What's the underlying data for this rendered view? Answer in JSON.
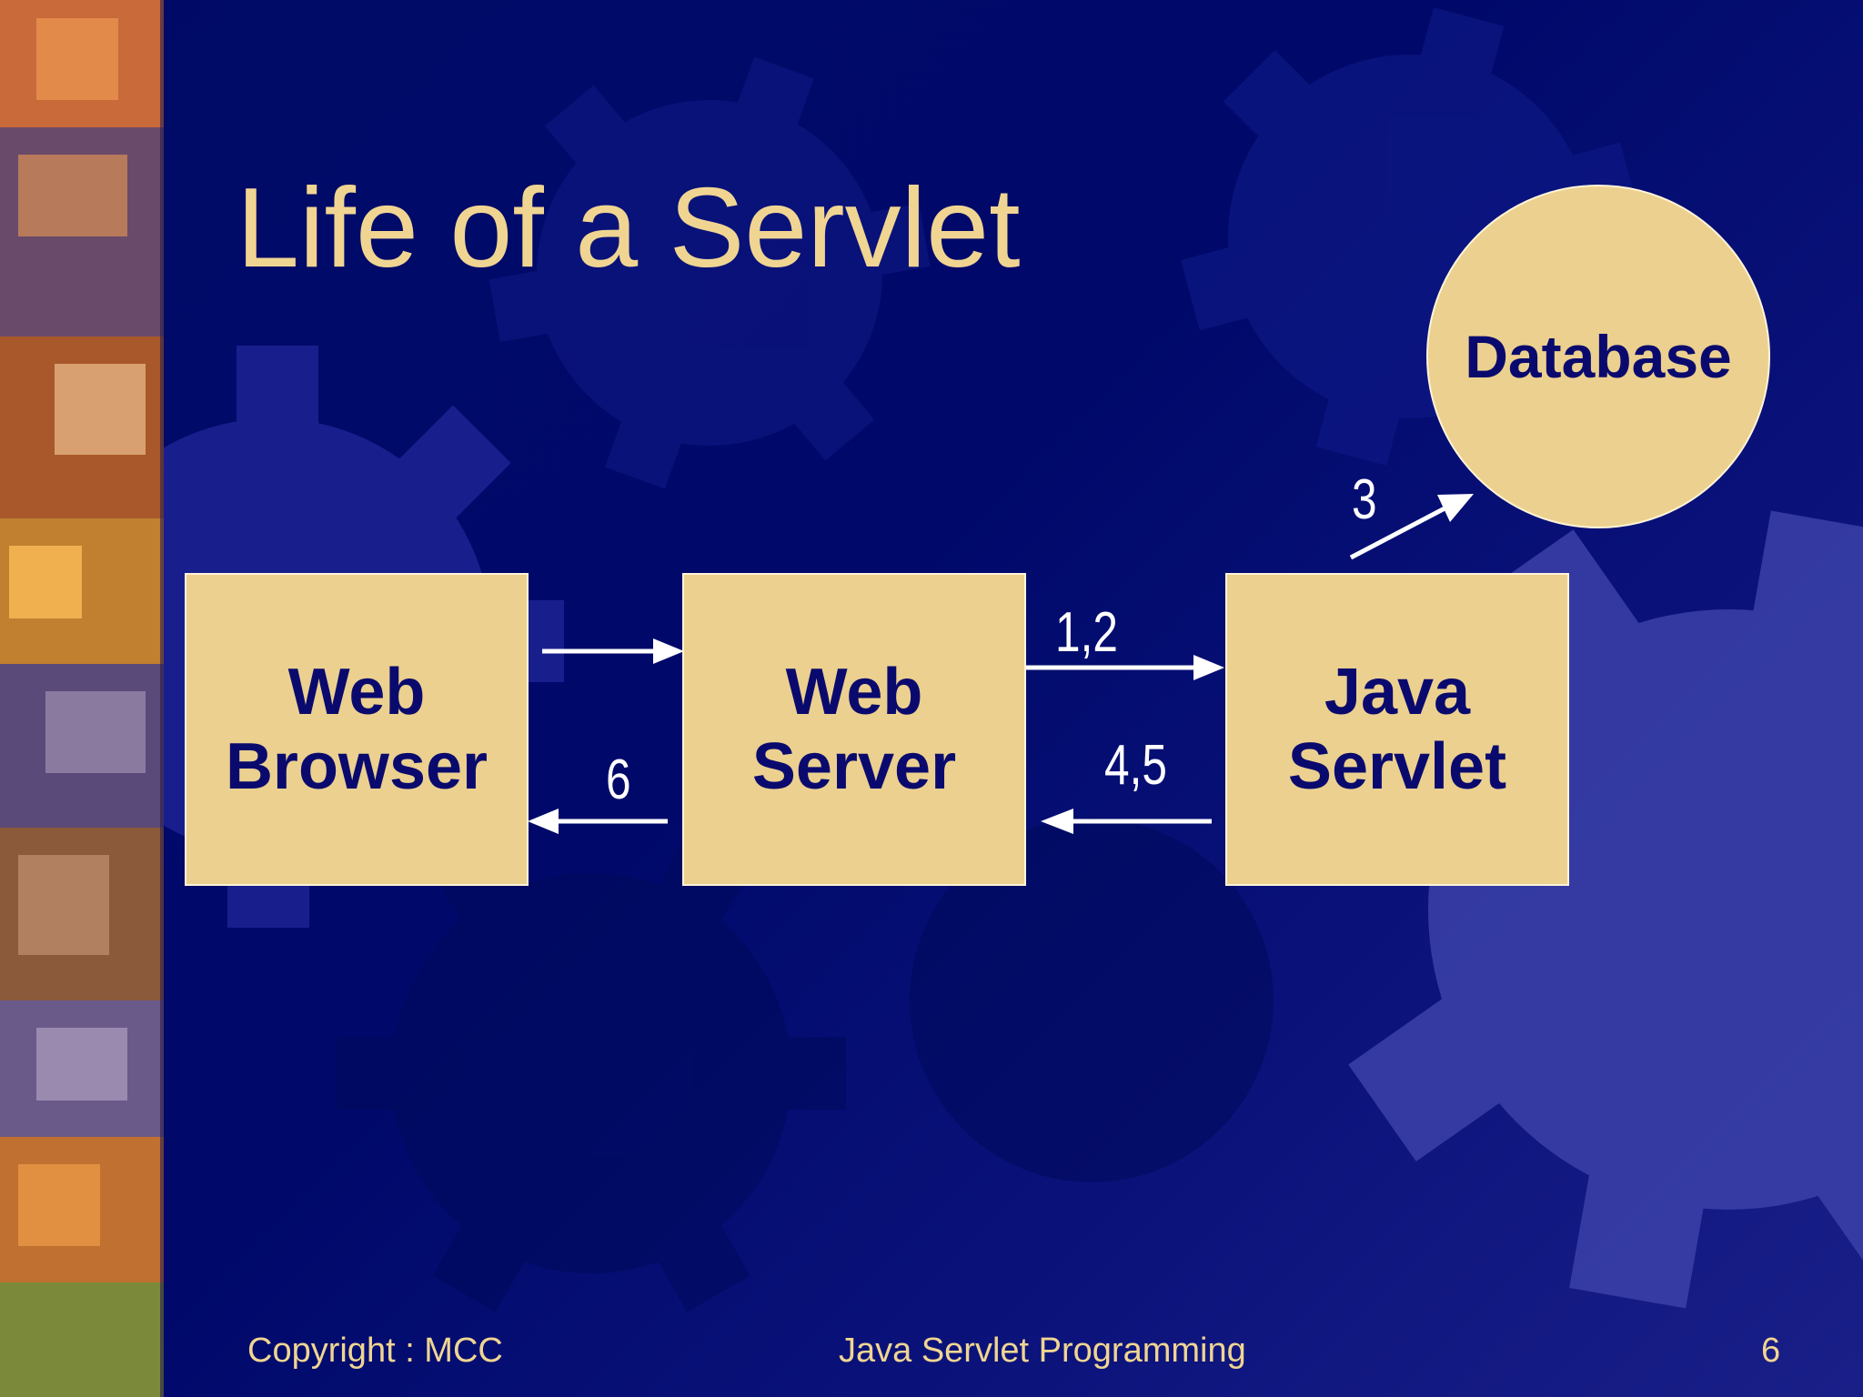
{
  "slide": {
    "title": "Life of a Servlet",
    "nodes": {
      "web_browser": [
        "Web",
        "Browser"
      ],
      "web_server": [
        "Web",
        "Server"
      ],
      "java_servlet": [
        "Java",
        "Servlet"
      ],
      "database": "Database"
    },
    "step_labels": {
      "browser_to_server": "",
      "server_to_servlet": "1,2",
      "servlet_to_database": "3",
      "servlet_to_server": "4,5",
      "server_to_browser": "6"
    },
    "edges": [
      {
        "from": "Web Browser",
        "to": "Web Server"
      },
      {
        "from": "Web Server",
        "to": "Java Servlet",
        "label": "1,2"
      },
      {
        "from": "Java Servlet",
        "to": "Database",
        "label": "3"
      },
      {
        "from": "Java Servlet",
        "to": "Web Server",
        "label": "4,5"
      },
      {
        "from": "Web Server",
        "to": "Web Browser",
        "label": "6"
      }
    ]
  },
  "footer": {
    "left": "Copyright : MCC",
    "center": "Java Servlet Programming",
    "page_number": "6"
  },
  "colors": {
    "background": "#00095e",
    "box_fill": "#ecd08f",
    "title_text": "#f0d592",
    "box_text": "#0a0a6e",
    "arrow": "#ffffff"
  }
}
